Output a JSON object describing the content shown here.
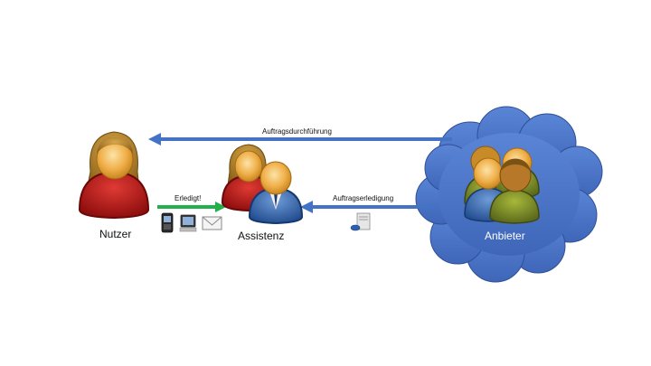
{
  "labels": {
    "user": "Nutzer",
    "assistant": "Assistenz",
    "provider": "Anbieter",
    "order_execution": "Auftragsdurchführung",
    "done": "Erledigt!",
    "order_completion": "Auftragserledigung"
  },
  "icons": {
    "user": "female-user-icon",
    "assistant": "assistant-pair-icon",
    "provider": "provider-group-icon",
    "phone": "mobile-phone-icon",
    "computer": "computer-icon",
    "mail": "envelope-icon",
    "server": "server-icon"
  },
  "colors": {
    "arrow_blue": "#4472c4",
    "arrow_green": "#22b04c",
    "cloud": "#4a73c9",
    "user_red": "#b71c1c",
    "assistant_blue": "#2d5aa0",
    "provider_olive": "#6b7d1d"
  }
}
